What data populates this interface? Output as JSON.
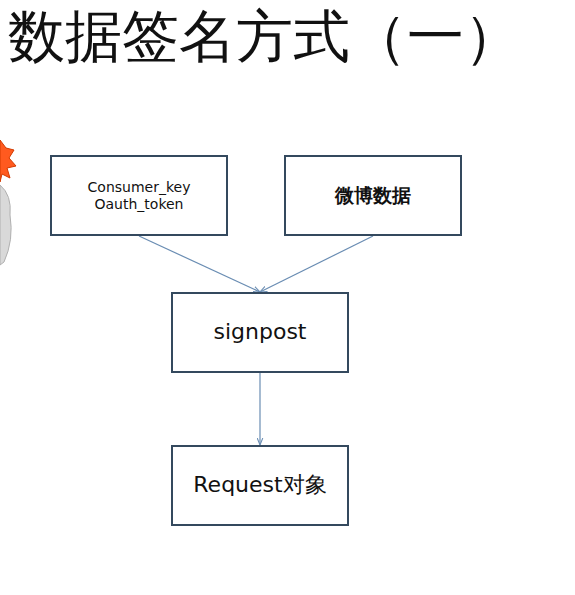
{
  "diagram": {
    "title": "数据签名方式（一）",
    "nodes": [
      {
        "text": [
          "Consumer_key Oauth_token"
        ]
      },
      {
        "text": [
          "微博数据"
        ]
      },
      {
        "text": [
          "signpost"
        ]
      },
      {
        "text": [
          "Request对象"
        ]
      }
    ],
    "edges": [
      {
        "from": 0,
        "to": 2,
        "arrow": "to"
      },
      {
        "from": 1,
        "to": 2,
        "arrow": "to"
      },
      {
        "from": 2,
        "to": 3,
        "arrow": "to"
      }
    ]
  }
}
